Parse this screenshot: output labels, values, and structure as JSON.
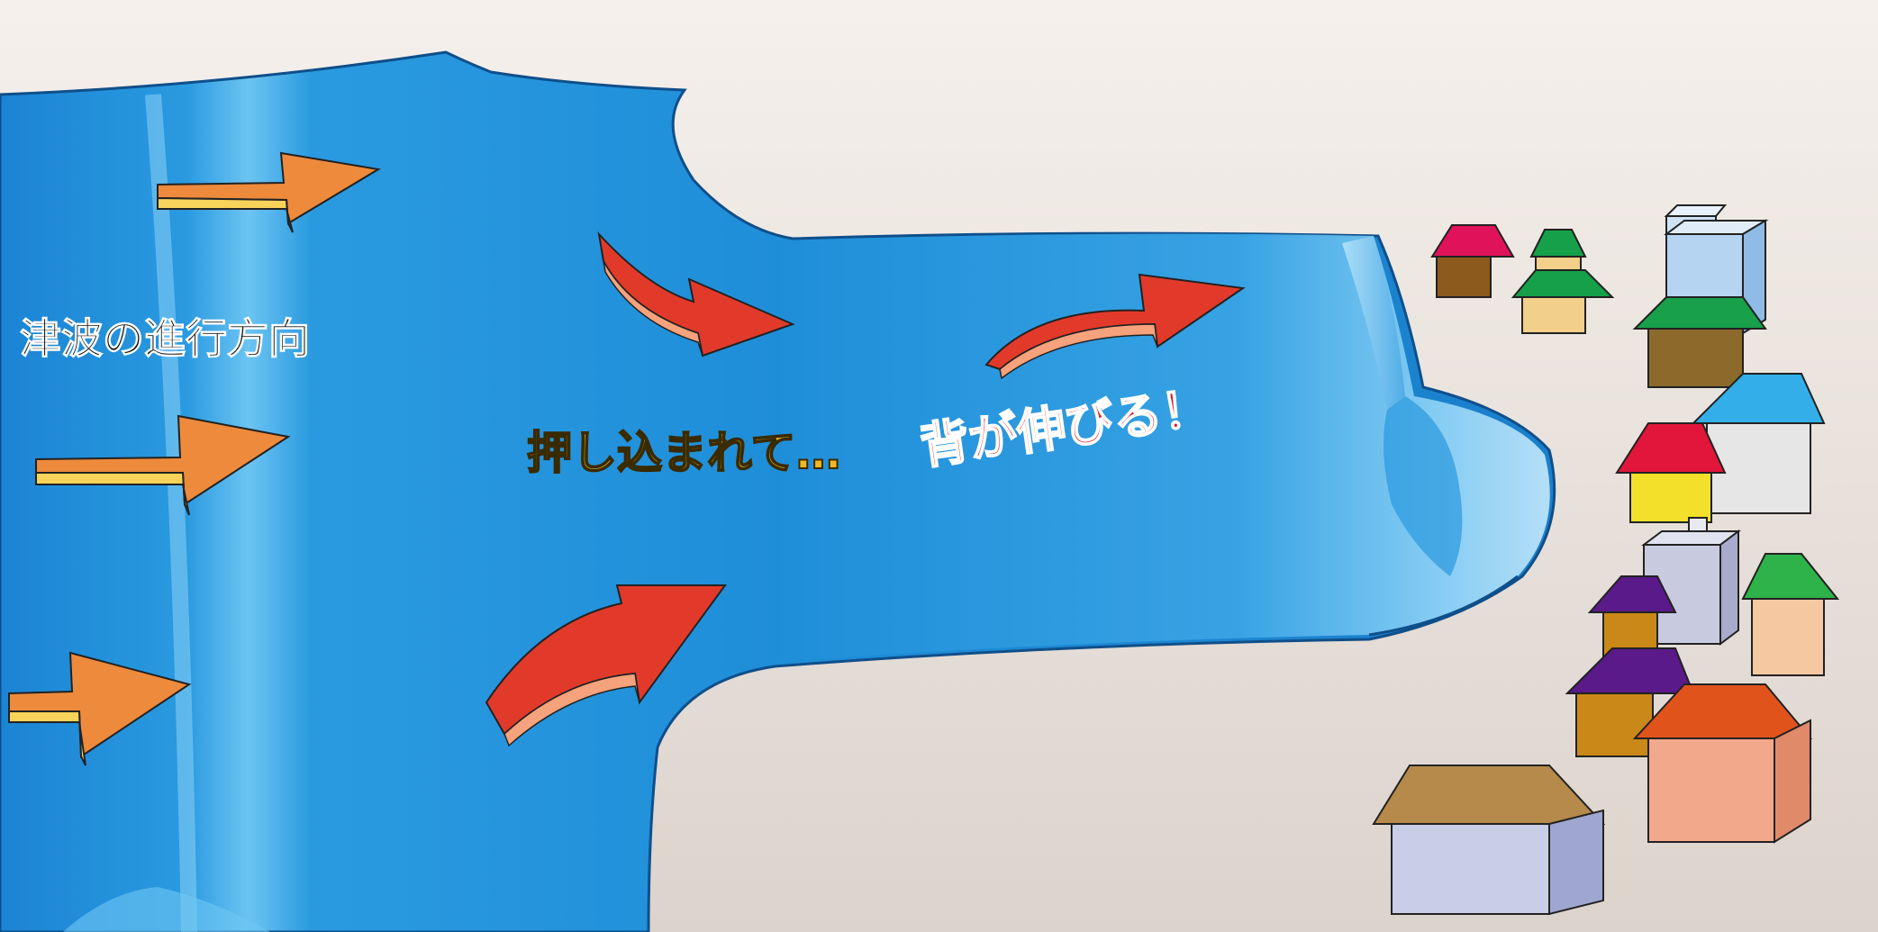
{
  "labels": {
    "direction": "津波の進行方向",
    "pushed_in": "押し込まれて…",
    "rises": "背が伸びる！"
  },
  "colors": {
    "background": "#ffffff",
    "land": "#e6ded8",
    "land_light": "#f4efea",
    "sea": "#1f8fd9",
    "sea_light": "#5ec0f0",
    "sea_shore_line": "#0f4f8a",
    "arrow_orange": "#ee8a3c",
    "arrow_orange_edge": "#f8d35a",
    "arrow_red": "#e23a2a",
    "arrow_red_edge": "#f6a27c",
    "text_dark": "#111111",
    "text_gold": "#f2b720",
    "text_red": "#e01824"
  },
  "icons": [
    "orange-arrow-icon",
    "red-curved-arrow-icon",
    "house-icon",
    "building-icon"
  ]
}
